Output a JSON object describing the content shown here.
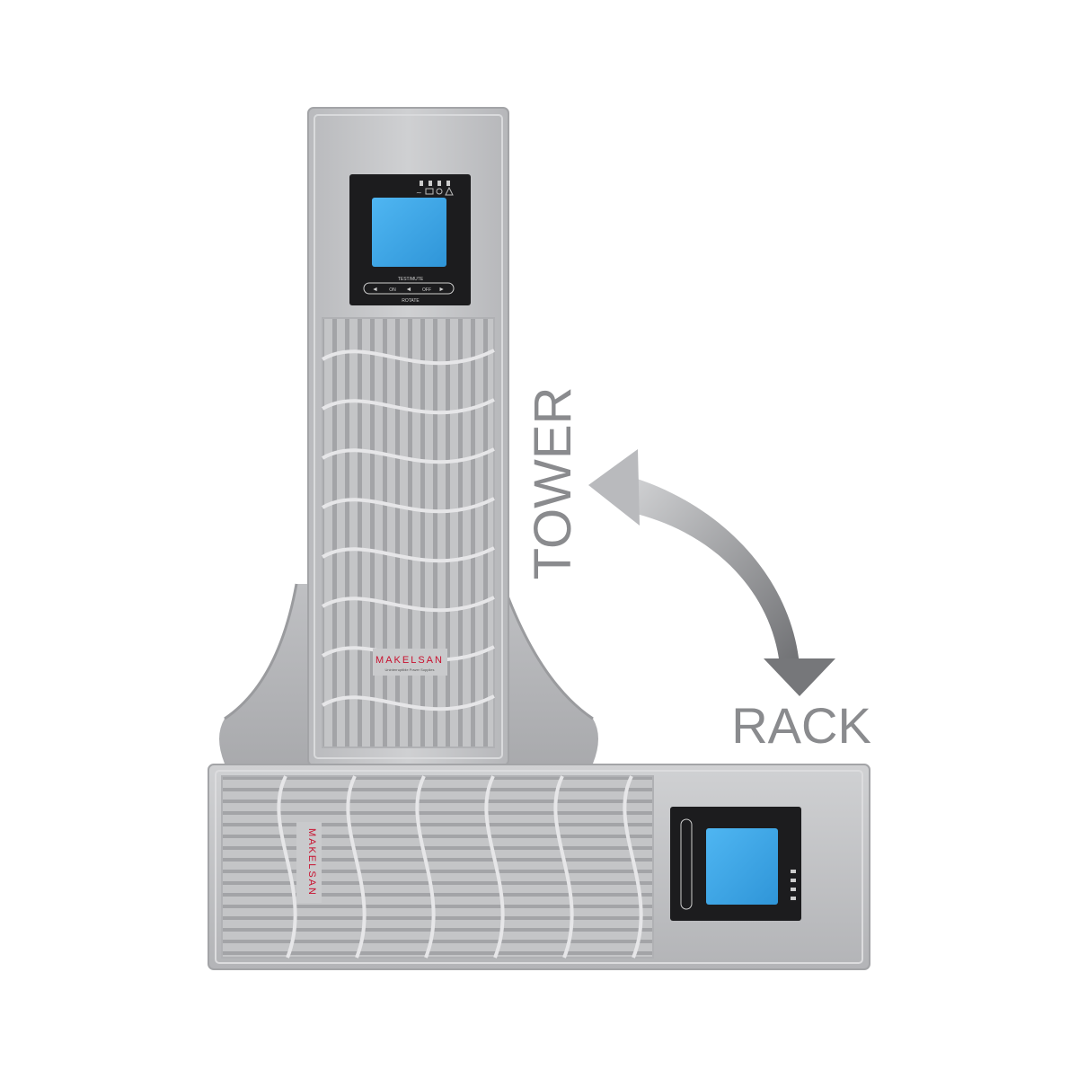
{
  "labels": {
    "tower": "TOWER",
    "rack": "RACK"
  },
  "brand": {
    "logo": "MAKELSAN",
    "tagline": "Uninterruptible Power Supplies",
    "logo_color": "#c8102e"
  },
  "panel": {
    "top_button_label": "TEST/MUTE",
    "bottom_button_label": "ROTATE",
    "on_label": "ON",
    "off_label": "OFF",
    "indicator_icons": [
      "ac-input-icon",
      "battery-icon",
      "bypass-icon",
      "fault-icon"
    ]
  },
  "colors": {
    "body": "#c9c9cb",
    "body_dark": "#9fa0a3",
    "lcd": "#3ea8e8",
    "panel": "#1b1b1d",
    "arrow": "#8e8f92",
    "text": "#8a8b8e"
  }
}
